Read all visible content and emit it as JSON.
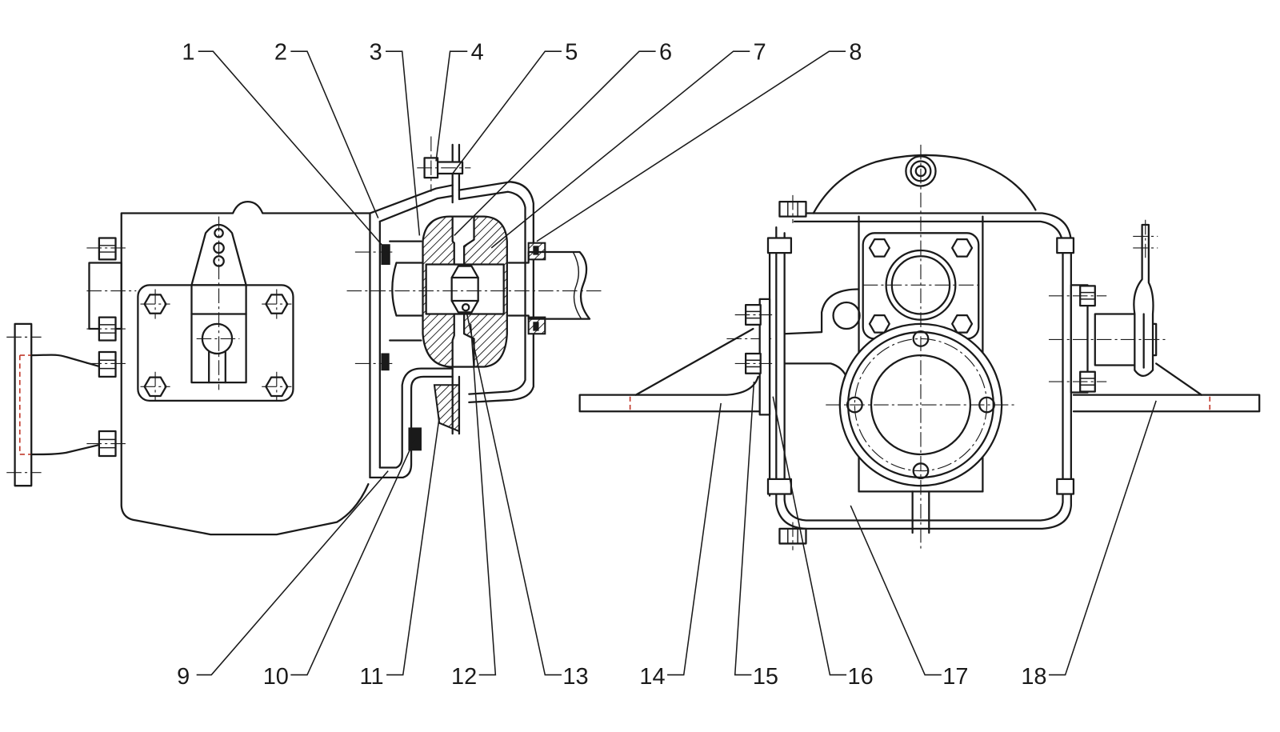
{
  "diagram": {
    "callouts": [
      "1",
      "2",
      "3",
      "4",
      "5",
      "6",
      "7",
      "8",
      "9",
      "10",
      "11",
      "12",
      "13",
      "14",
      "15",
      "16",
      "17",
      "18"
    ]
  },
  "colors": {
    "line": "#1a1a1a",
    "hidden_line": "#c0392b",
    "background": "#ffffff"
  }
}
